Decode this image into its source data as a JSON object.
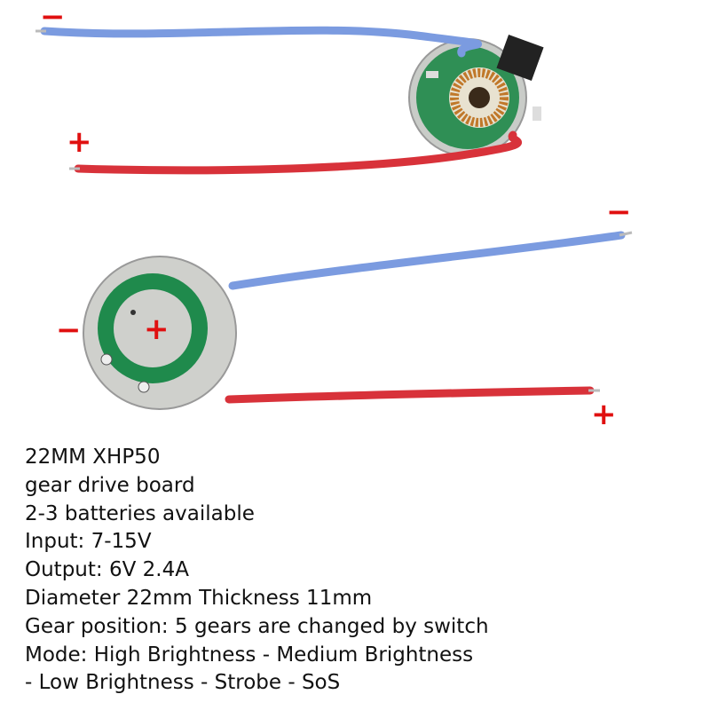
{
  "signs": {
    "top_negative": "−",
    "top_positive": "+",
    "bottom_right_negative": "−",
    "bottom_left_negative": "−",
    "bottom_center_positive": "+",
    "bottom_right_positive": "+"
  },
  "specs": [
    "22MM XHP50",
    "gear drive board",
    "2-3 batteries available",
    "Input: 7-15V",
    "Output: 6V 2.4A",
    "Diameter 22mm Thickness 11mm",
    "Gear position: 5 gears are changed by switch",
    "Mode: High Brightness - Medium Brightness",
    "- Low Brightness - Strobe - SoS"
  ],
  "colors": {
    "negative_wire": "#7b9be0",
    "positive_wire": "#d8323a",
    "sign": "#e01010",
    "pcb": "#1f8a4c"
  }
}
